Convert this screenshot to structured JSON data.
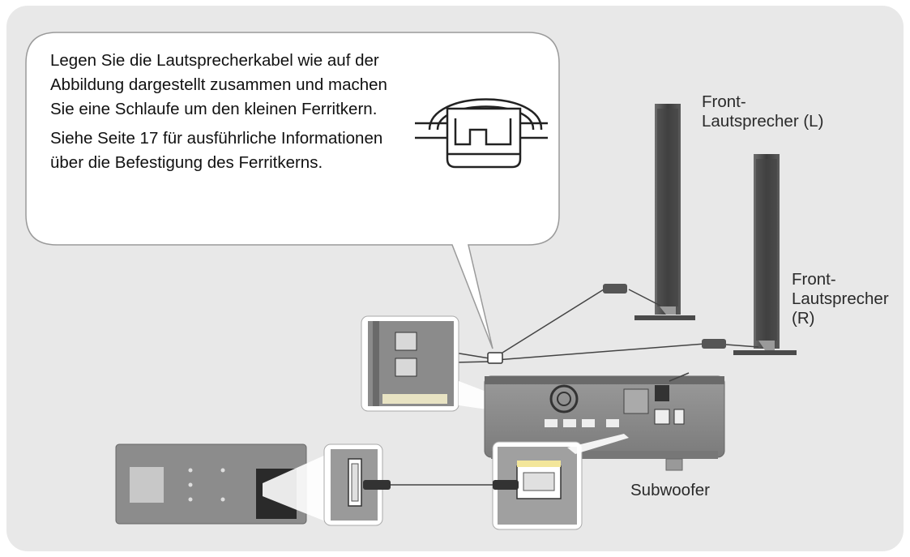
{
  "callout": {
    "paragraph1": "Legen Sie die Lautsprecherkabel wie auf der Abbildung dargestellt zusammen und machen Sie eine Schlaufe um den kleinen Ferritkern.",
    "paragraph2": "Siehe Seite 17 für ausführliche Informationen über die Befestigung des Ferritkerns."
  },
  "labels": {
    "front_left": {
      "line1": "Front-",
      "line2": "Lautsprecher (L)"
    },
    "front_right": {
      "line1": "Front-",
      "line2": "Lautsprecher",
      "line3": "(R)"
    },
    "subwoofer": "Subwoofer"
  },
  "colors": {
    "panel_background": "#e8e8e8",
    "callout_background": "#ffffff",
    "device_gray": "#8a8a8a",
    "accent_yellow": "#f3e69a"
  }
}
